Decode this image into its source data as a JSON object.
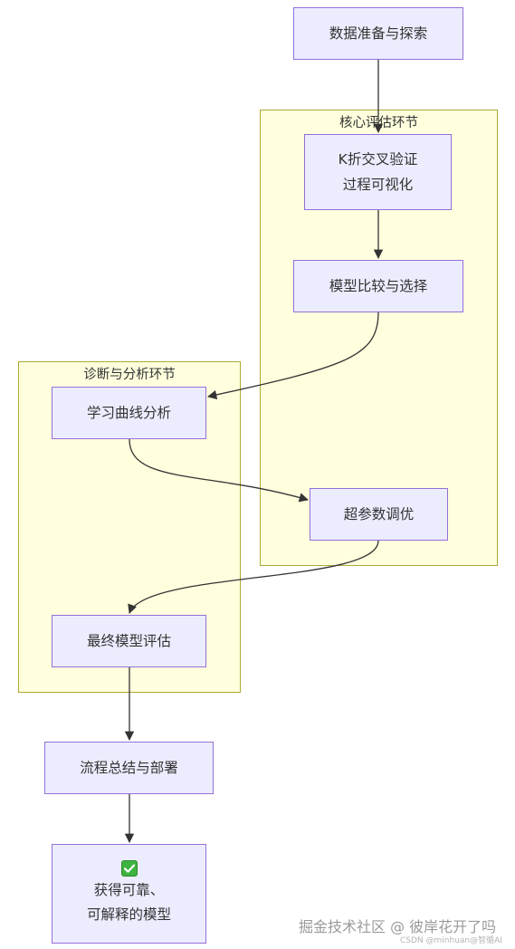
{
  "clusters": {
    "core": {
      "label": "核心评估环节"
    },
    "diagnosis": {
      "label": "诊断与分析环节"
    }
  },
  "nodes": {
    "data_prep": {
      "label": "数据准备与探索"
    },
    "kfold": {
      "line1": "K折交叉验证",
      "line2": "过程可视化"
    },
    "model_compare": {
      "label": "模型比较与选择"
    },
    "learning_curve": {
      "label": "学习曲线分析"
    },
    "hyper_tuning": {
      "label": "超参数调优"
    },
    "final_eval": {
      "label": "最终模型评估"
    },
    "summary_deploy": {
      "label": "流程总结与部署"
    },
    "result": {
      "icon": "check-mark-icon",
      "line1": "获得可靠、",
      "line2": "可解释的模型"
    }
  },
  "watermark": {
    "main": "掘金技术社区 @ 彼岸花开了吗",
    "sub": "CSDN @minhuan@智循AI"
  },
  "colors": {
    "node_fill": "#ececff",
    "node_stroke": "#9370db",
    "cluster_fill": "#ffffde",
    "cluster_stroke": "#aaaa33",
    "edge": "#333333",
    "check_green": "#3eb33e"
  }
}
